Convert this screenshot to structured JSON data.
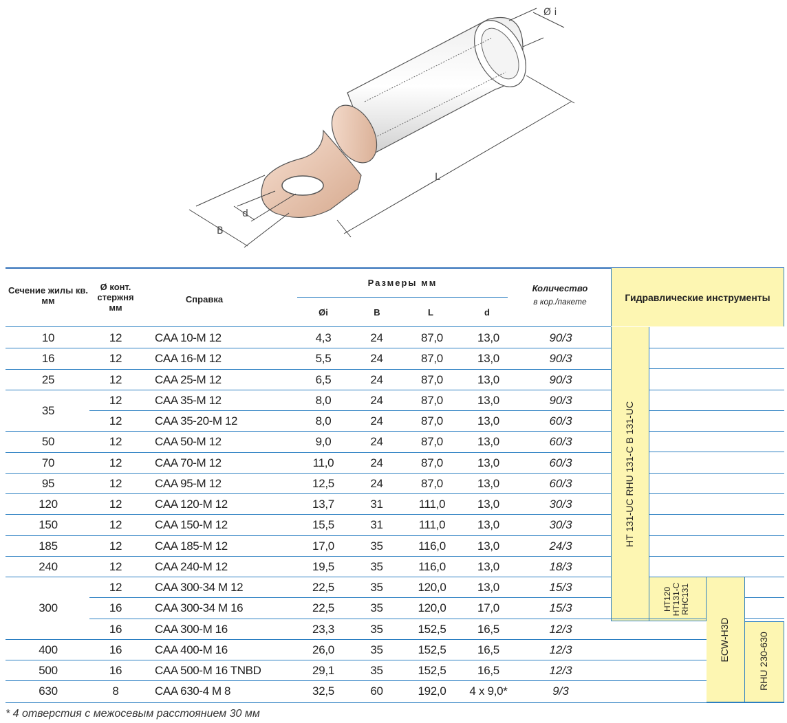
{
  "diagram": {
    "labels": {
      "phi": "Ø i",
      "L": "L",
      "B": "B",
      "d": "d"
    }
  },
  "table": {
    "headers": {
      "section": "Сечение жилы кв. мм",
      "pin": "Ø конт. стержня мм",
      "ref": "Справка",
      "dims": "Размеры мм",
      "phi": "Øi",
      "b": "B",
      "l": "L",
      "d": "d",
      "qty_title": "Количество",
      "qty_sub": "в кор./пакете",
      "tools": "Гидравлические инструменты"
    },
    "rows": [
      {
        "section": "10",
        "pin": "12",
        "ref": "CAA 10-M 12",
        "phi": "4,3",
        "b": "24",
        "l": "87,0",
        "d": "13,0",
        "qty": "90/3"
      },
      {
        "section": "16",
        "pin": "12",
        "ref": "CAA 16-M 12",
        "phi": "5,5",
        "b": "24",
        "l": "87,0",
        "d": "13,0",
        "qty": "90/3"
      },
      {
        "section": "25",
        "pin": "12",
        "ref": "CAA 25-M 12",
        "phi": "6,5",
        "b": "24",
        "l": "87,0",
        "d": "13,0",
        "qty": "90/3"
      },
      {
        "section": "35",
        "pin": "12",
        "ref": "CAA 35-M 12",
        "phi": "8,0",
        "b": "24",
        "l": "87,0",
        "d": "13,0",
        "qty": "90/3"
      },
      {
        "section": "",
        "pin": "12",
        "ref": "CAA 35-20-M 12",
        "phi": "8,0",
        "b": "24",
        "l": "87,0",
        "d": "13,0",
        "qty": "60/3"
      },
      {
        "section": "50",
        "pin": "12",
        "ref": "CAA 50-M 12",
        "phi": "9,0",
        "b": "24",
        "l": "87,0",
        "d": "13,0",
        "qty": "60/3"
      },
      {
        "section": "70",
        "pin": "12",
        "ref": "CAA 70-M 12",
        "phi": "11,0",
        "b": "24",
        "l": "87,0",
        "d": "13,0",
        "qty": "60/3"
      },
      {
        "section": "95",
        "pin": "12",
        "ref": "CAA 95-M 12",
        "phi": "12,5",
        "b": "24",
        "l": "87,0",
        "d": "13,0",
        "qty": "60/3"
      },
      {
        "section": "120",
        "pin": "12",
        "ref": "CAA 120-M 12",
        "phi": "13,7",
        "b": "31",
        "l": "111,0",
        "d": "13,0",
        "qty": "30/3"
      },
      {
        "section": "150",
        "pin": "12",
        "ref": "CAA 150-M 12",
        "phi": "15,5",
        "b": "31",
        "l": "111,0",
        "d": "13,0",
        "qty": "30/3"
      },
      {
        "section": "185",
        "pin": "12",
        "ref": "CAA 185-M 12",
        "phi": "17,0",
        "b": "35",
        "l": "116,0",
        "d": "13,0",
        "qty": "24/3"
      },
      {
        "section": "240",
        "pin": "12",
        "ref": "CAA 240-M 12",
        "phi": "19,5",
        "b": "35",
        "l": "116,0",
        "d": "13,0",
        "qty": "18/3"
      },
      {
        "section": "300",
        "pin": "12",
        "ref": "CAA 300-34 M 12",
        "phi": "22,5",
        "b": "35",
        "l": "120,0",
        "d": "13,0",
        "qty": "15/3"
      },
      {
        "section": "",
        "pin": "16",
        "ref": "CAA 300-34 M 16",
        "phi": "22,5",
        "b": "35",
        "l": "120,0",
        "d": "17,0",
        "qty": "15/3"
      },
      {
        "section": "",
        "pin": "16",
        "ref": "CAA 300-M 16",
        "phi": "23,3",
        "b": "35",
        "l": "152,5",
        "d": "16,5",
        "qty": "12/3"
      },
      {
        "section": "400",
        "pin": "16",
        "ref": "CAA 400-M 16",
        "phi": "26,0",
        "b": "35",
        "l": "152,5",
        "d": "16,5",
        "qty": "12/3"
      },
      {
        "section": "500",
        "pin": "16",
        "ref": "CAA 500-M 16 TNBD",
        "phi": "29,1",
        "b": "35",
        "l": "152,5",
        "d": "16,5",
        "qty": "12/3"
      },
      {
        "section": "630",
        "pin": "8",
        "ref": "CAA 630-4 M 8",
        "phi": "32,5",
        "b": "60",
        "l": "192,0",
        "d": "4 x 9,0*",
        "qty": "9/3"
      }
    ],
    "tools": {
      "group1": "HT 131-UC   RHU 131-C   B 131-UC",
      "group2": "HT120 HT131-C RHC131",
      "group3": "ECW-H3D",
      "group4": "RHU 230-630"
    }
  },
  "footnote": "* 4 отверстия с межосевым расстоянием 30 мм",
  "colors": {
    "accent": "#2b7fc2",
    "tool_bg": "#fdf6b2"
  }
}
